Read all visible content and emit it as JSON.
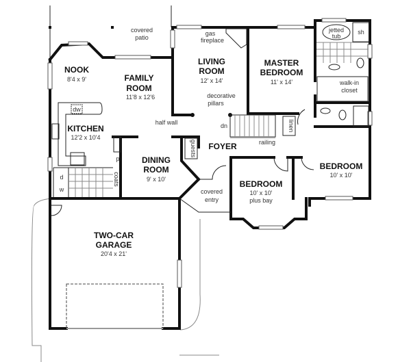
{
  "rooms": {
    "patio": {
      "label": "covered",
      "label2": "patio"
    },
    "nook": {
      "name": "NOOK",
      "dim": "8'4 x 9'"
    },
    "family": {
      "name": "FAMILY",
      "name2": "ROOM",
      "dim": "11'8 x 12'6"
    },
    "living": {
      "name": "LIVING",
      "name2": "ROOM",
      "dim": "12' x 14'"
    },
    "master": {
      "name": "MASTER",
      "name2": "BEDROOM",
      "dim": "11' x 14'"
    },
    "kitchen": {
      "name": "KITCHEN",
      "dim": "12'2 x 10'4"
    },
    "dining": {
      "name": "DINING",
      "name2": "ROOM",
      "dim": "9' x 10'"
    },
    "foyer": {
      "name": "FOYER"
    },
    "bedroom1": {
      "name": "BEDROOM",
      "dim": "10' x 10'",
      "dim2": "plus bay"
    },
    "bedroom2": {
      "name": "BEDROOM",
      "dim": "10' x 10'"
    },
    "garage": {
      "name": "TWO-CAR",
      "name2": "GARAGE",
      "dim": "20'4 x 21'"
    },
    "entry": {
      "label": "covered",
      "label2": "entry"
    }
  },
  "notes": {
    "gas": "gas",
    "fireplace": "fireplace",
    "decorative": "decorative",
    "pillars": "pillars",
    "half_wall": "half wall",
    "dn": "dn",
    "railing": "railing",
    "linen": "linen",
    "jetted": "jetted",
    "tub": "tub",
    "sh": "sh",
    "walkin": "walk-in",
    "closet": "closet",
    "dw": "dw",
    "guests": "guests",
    "coats": "coats",
    "p": "p",
    "d": "d",
    "w": "w"
  }
}
